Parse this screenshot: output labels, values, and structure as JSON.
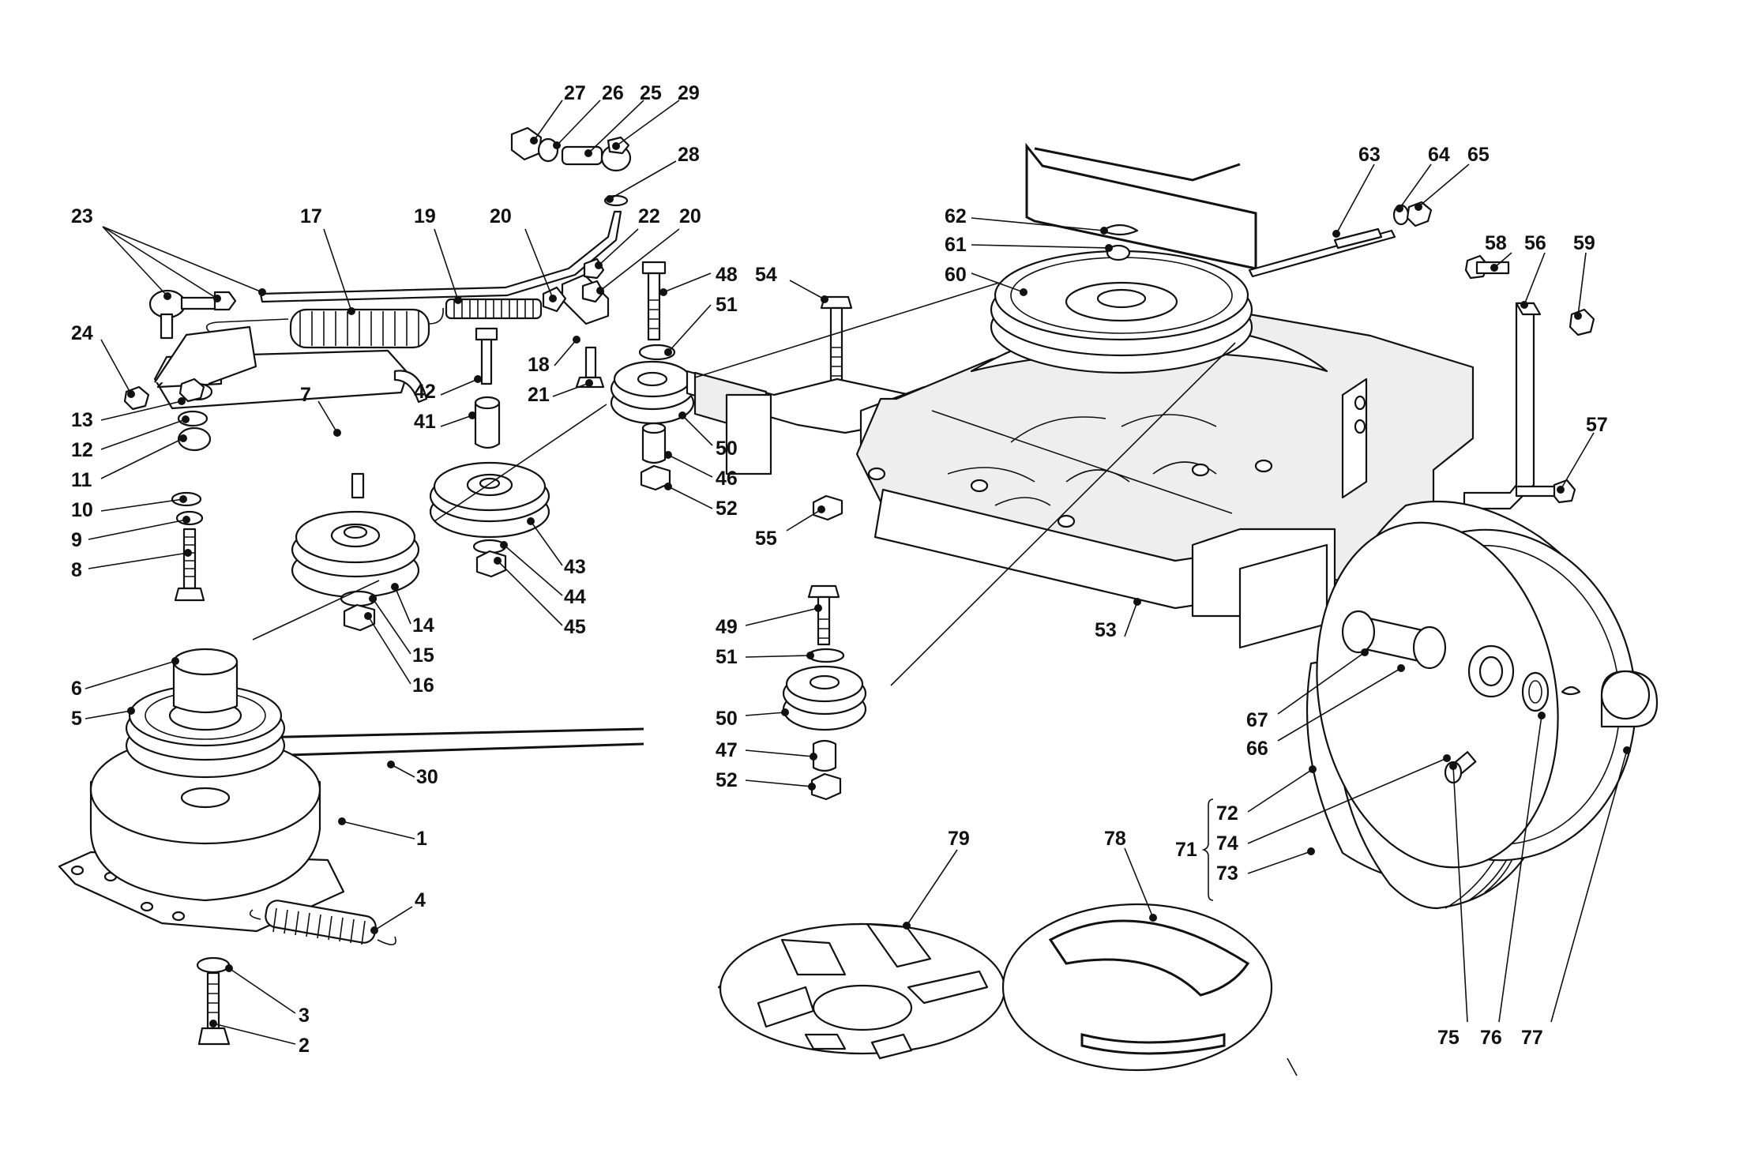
{
  "callouts": [
    {
      "n": "1"
    },
    {
      "n": "2"
    },
    {
      "n": "3"
    },
    {
      "n": "4"
    },
    {
      "n": "5"
    },
    {
      "n": "6"
    },
    {
      "n": "7"
    },
    {
      "n": "8"
    },
    {
      "n": "9"
    },
    {
      "n": "10"
    },
    {
      "n": "11"
    },
    {
      "n": "12"
    },
    {
      "n": "13"
    },
    {
      "n": "14"
    },
    {
      "n": "15"
    },
    {
      "n": "16"
    },
    {
      "n": "17"
    },
    {
      "n": "18"
    },
    {
      "n": "19"
    },
    {
      "n": "20"
    },
    {
      "n": "20"
    },
    {
      "n": "21"
    },
    {
      "n": "22"
    },
    {
      "n": "23"
    },
    {
      "n": "24"
    },
    {
      "n": "25"
    },
    {
      "n": "26"
    },
    {
      "n": "27"
    },
    {
      "n": "28"
    },
    {
      "n": "29"
    },
    {
      "n": "30"
    },
    {
      "n": "41"
    },
    {
      "n": "42"
    },
    {
      "n": "43"
    },
    {
      "n": "44"
    },
    {
      "n": "45"
    },
    {
      "n": "46"
    },
    {
      "n": "47"
    },
    {
      "n": "48"
    },
    {
      "n": "49"
    },
    {
      "n": "50"
    },
    {
      "n": "50"
    },
    {
      "n": "51"
    },
    {
      "n": "51"
    },
    {
      "n": "52"
    },
    {
      "n": "52"
    },
    {
      "n": "53"
    },
    {
      "n": "54"
    },
    {
      "n": "55"
    },
    {
      "n": "56"
    },
    {
      "n": "57"
    },
    {
      "n": "58"
    },
    {
      "n": "59"
    },
    {
      "n": "60"
    },
    {
      "n": "61"
    },
    {
      "n": "62"
    },
    {
      "n": "63"
    },
    {
      "n": "64"
    },
    {
      "n": "65"
    },
    {
      "n": "66"
    },
    {
      "n": "67"
    },
    {
      "n": "71"
    },
    {
      "n": "72"
    },
    {
      "n": "73"
    },
    {
      "n": "74"
    },
    {
      "n": "75"
    },
    {
      "n": "76"
    },
    {
      "n": "77"
    },
    {
      "n": "78"
    },
    {
      "n": "79"
    }
  ]
}
